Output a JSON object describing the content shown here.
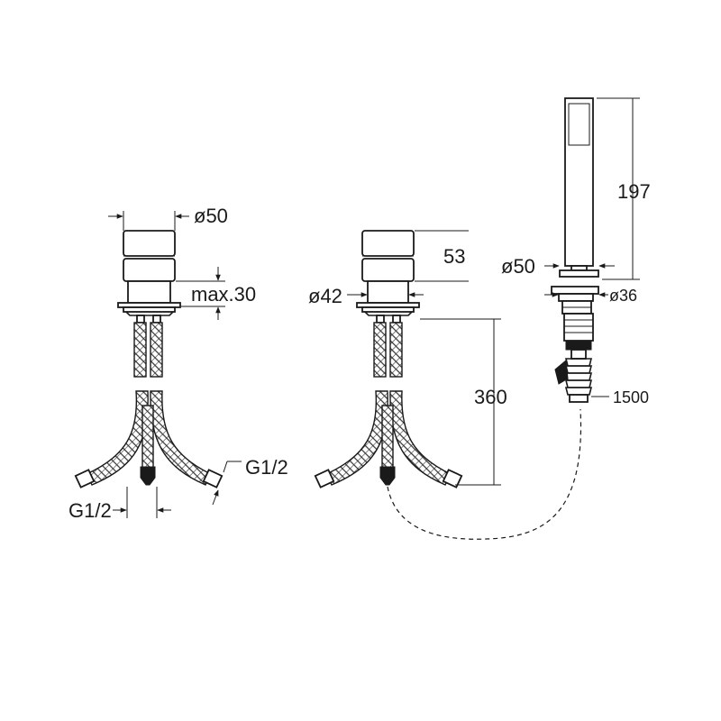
{
  "diagram": {
    "mixer_left": {
      "label_diameter": "ø50",
      "label_height": "max.30",
      "label_thread_left": "G1/2",
      "label_thread_right": "G1/2"
    },
    "mixer_right": {
      "label_height": "53",
      "label_diameter": "ø42",
      "label_hose": "360"
    },
    "hand_shower": {
      "label_length": "197",
      "label_diameter": "ø50",
      "label_hole": "ø36",
      "label_hose": "1500"
    },
    "colors": {
      "line": "#1a1a1a",
      "background": "#ffffff"
    }
  }
}
